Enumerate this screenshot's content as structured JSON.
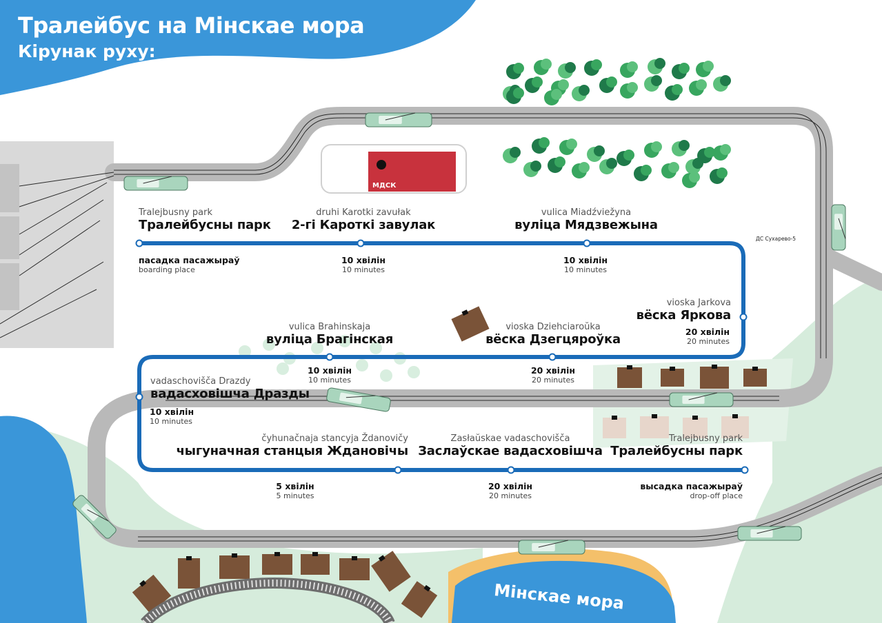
{
  "title": {
    "line1": "Тралейбус на Мінскае мора",
    "line2": "Кірунак руху:"
  },
  "colors": {
    "route": "#1a6bb8",
    "road": "#b9b9b9",
    "water": "#3a96d9",
    "park": "#cfe9d6",
    "sand": "#f4c06a",
    "building": "#7a5338",
    "depot": "#c8323d",
    "trolleybus": "#a9d5bd"
  },
  "landmarks": {
    "depot_label": "МДСК",
    "stop_sign": "ДС Сухарево-5",
    "lake_label": "Мінскае мора"
  },
  "stops": [
    {
      "id": "trolleybus-park-start",
      "lat": "Tralejbusny park",
      "cyr": "Тралейбусны парк"
    },
    {
      "id": "druhi-karotki",
      "lat": "druhi Karotki zavułak",
      "cyr": "2-гі Кароткі завулак"
    },
    {
      "id": "miadzviezhyna",
      "lat": "vulica Miadźviežyna",
      "cyr": "вуліца Мядзвежына"
    },
    {
      "id": "jarkova",
      "lat": "vioska Jarkova",
      "cyr": "вёска Яркова"
    },
    {
      "id": "dziehciarouka",
      "lat": "vioska Dziehciaroŭka",
      "cyr": "вёска Дзегцяроўка"
    },
    {
      "id": "brahinskaja",
      "lat": "vulica Brahinskaja",
      "cyr": "вуліца Брагінская"
    },
    {
      "id": "drazdy",
      "lat": "vadaschovišča Drazdy",
      "cyr": "вадасховішча Дразды"
    },
    {
      "id": "zdanovicy",
      "lat": "čyhunačnaja stancyja Ždanovičy",
      "cyr": "чыгуначная станцыя Ждановічы"
    },
    {
      "id": "zaslauskae",
      "lat": "Zasłaŭskae vadaschovišča",
      "cyr": "Заслаўскае вадасховішча"
    },
    {
      "id": "trolleybus-park-end",
      "lat": "Tralejbusny park",
      "cyr": "Тралейбусны парк"
    }
  ],
  "boarding": {
    "be": "пасадка пасажыраў",
    "en": "boarding place"
  },
  "dropoff": {
    "be": "высадка пасажыраў",
    "en": "drop-off place"
  },
  "times": [
    {
      "be": "10 хвілін",
      "en": "10 minutes"
    },
    {
      "be": "10 хвілін",
      "en": "10 minutes"
    },
    {
      "be": "20 хвілін",
      "en": "20 minutes"
    },
    {
      "be": "10 хвілін",
      "en": "10 minutes"
    },
    {
      "be": "20 хвілін",
      "en": "20 minutes"
    },
    {
      "be": "10 хвілін",
      "en": "10 minutes"
    },
    {
      "be": "5 хвілін",
      "en": "5 minutes"
    },
    {
      "be": "20 хвілін",
      "en": "20 minutes"
    }
  ]
}
